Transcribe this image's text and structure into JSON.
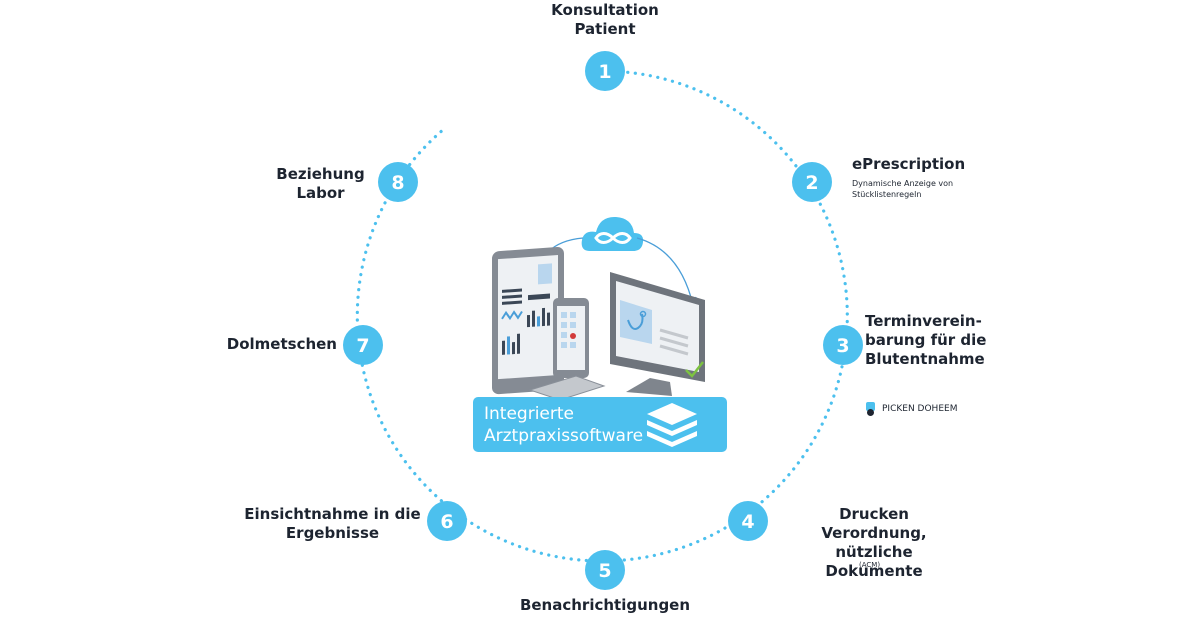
{
  "accent": "#4cc0ee",
  "steps": [
    {
      "num": "1",
      "title": "Konsultation Patient"
    },
    {
      "num": "2",
      "title": "ePrescription",
      "subtitle": "Dynamische Anzeige von Stücklistenregeln"
    },
    {
      "num": "3",
      "title": "Terminverein- barung für die Blutentnahme",
      "partner": "PICKEN DOHEEM"
    },
    {
      "num": "4",
      "title": "Drucken Verordnung, nützliche Dokumente",
      "note": "(ACM)"
    },
    {
      "num": "5",
      "title": "Benachrichtigungen"
    },
    {
      "num": "6",
      "title": "Einsichtnahme in die Ergebnisse"
    },
    {
      "num": "7",
      "title": "Dolmetschen"
    },
    {
      "num": "8",
      "title": "Beziehung Labor"
    }
  ],
  "center": {
    "banner": "Integrierte Arztpraxissoftware",
    "icons": [
      "cloud-infinity-icon",
      "tablet-icon",
      "smartphone-icon",
      "monitor-icon",
      "stacked-layers-icon",
      "checkmark-icon"
    ]
  }
}
